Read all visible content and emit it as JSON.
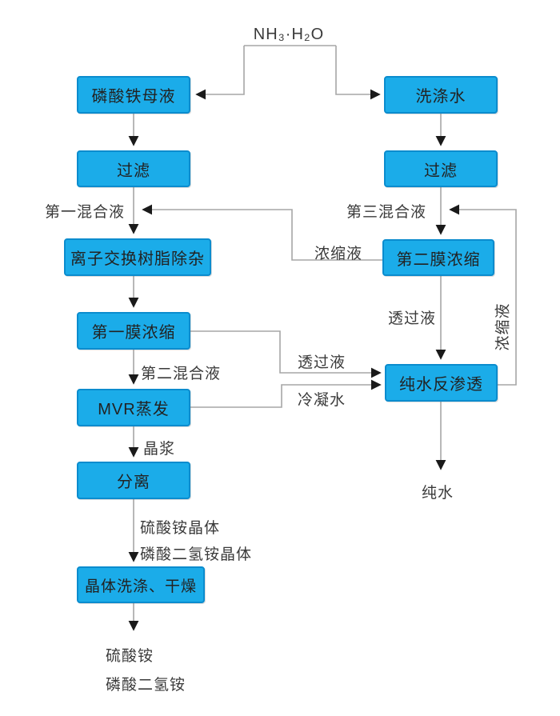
{
  "colors": {
    "box_fill": "#1BACE9",
    "box_border": "#0B8CCE",
    "line": "#A6A6A6",
    "arrow": "#1A1A1A",
    "text": "#333333"
  },
  "boxes": {
    "iron_liquor": "磷酸铁母液",
    "filter_left": "过滤",
    "ion_exchange": "离子交换树脂除杂",
    "membrane1": "第一膜浓缩",
    "mvr": "MVR蒸发",
    "separation": "分离",
    "crystal_wash": "晶体洗涤、干燥",
    "wash_water": "洗涤水",
    "filter_right": "过滤",
    "membrane2": "第二膜浓缩",
    "ro": "纯水反渗透"
  },
  "labels": {
    "ammonia": "NH₃·H₂O",
    "mix1": "第一混合液",
    "mix3": "第三混合液",
    "concentrate_mid": "浓缩液",
    "concentrate_right": "浓缩液",
    "permeate_right": "透过液",
    "permeate_mid": "透过液",
    "condensate": "冷凝水",
    "mix2": "第二混合液",
    "slurry": "晶浆",
    "ammonium_sulfate_crystal": "硫酸铵晶体",
    "map_crystal": "磷酸二氢铵晶体",
    "ammonium_sulfate": "硫酸铵",
    "map": "磷酸二氢铵",
    "pure_water": "纯水"
  }
}
